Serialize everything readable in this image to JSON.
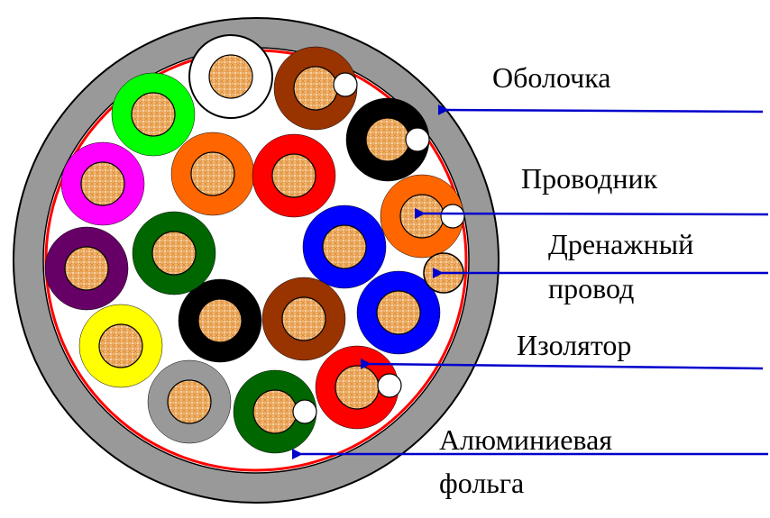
{
  "labels": {
    "sheath": "Оболочка",
    "conductor": "Проводник",
    "drain_line1": "Дренажный",
    "drain_line2": "провод",
    "insulator": "Изолятор",
    "foil_line1": "Алюминиевая",
    "foil_line2": "фольга"
  },
  "colors": {
    "sheath": "#999999",
    "foil": "#ff0000",
    "arrow": "#0000cc",
    "copper": "#f2b36b",
    "white_drain": "#ffffff"
  },
  "cores": [
    {
      "name": "core-white",
      "color": "#ffffff",
      "drain": false
    },
    {
      "name": "core-brown-outer",
      "color": "#993300",
      "drain": true
    },
    {
      "name": "core-black-outer",
      "color": "#000000",
      "drain": true
    },
    {
      "name": "core-orange-outer",
      "color": "#ff6600",
      "drain": true
    },
    {
      "name": "core-blue-outer",
      "color": "#0000ff",
      "drain": true
    },
    {
      "name": "core-red-outer",
      "color": "#ff0000",
      "drain": true
    },
    {
      "name": "core-green-bottom",
      "color": "#006600",
      "drain": true
    },
    {
      "name": "core-grey",
      "color": "#999999",
      "drain": false
    },
    {
      "name": "core-yellow",
      "color": "#ffff00",
      "drain": false
    },
    {
      "name": "core-purple",
      "color": "#660066",
      "drain": false
    },
    {
      "name": "core-magenta",
      "color": "#ff00ff",
      "drain": false
    },
    {
      "name": "core-light-green",
      "color": "#00ff00",
      "drain": false
    },
    {
      "name": "core-orange-inner",
      "color": "#ff6600",
      "drain": false
    },
    {
      "name": "core-red-inner",
      "color": "#ff0000",
      "drain": false
    },
    {
      "name": "core-blue-inner",
      "color": "#0000ff",
      "drain": false
    },
    {
      "name": "core-brown-inner",
      "color": "#993300",
      "drain": false
    },
    {
      "name": "core-black-inner",
      "color": "#000000",
      "drain": false
    },
    {
      "name": "core-green-inner",
      "color": "#006600",
      "drain": false
    }
  ]
}
